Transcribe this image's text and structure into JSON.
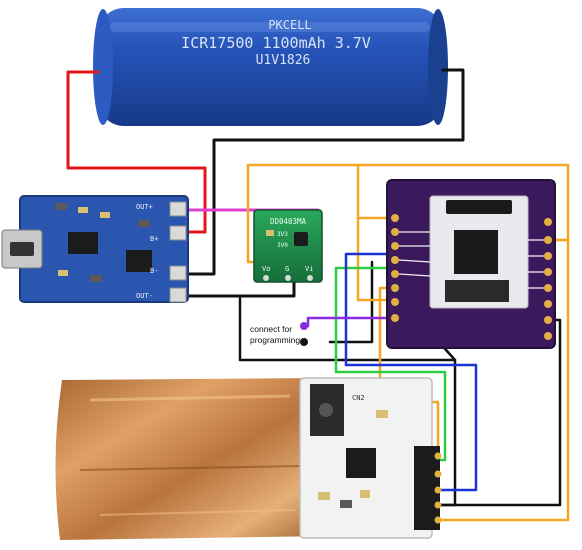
{
  "battery": {
    "brand": "PKCELL",
    "model_line": "ICR17500 1100mAh 3.7V",
    "batch": "U1V1826"
  },
  "charger_board": {
    "pin_out_plus": "OUT+",
    "pin_b_plus": "B+",
    "pin_b_minus": "B-",
    "pin_out_minus": "OUT-"
  },
  "regulator_board": {
    "chip_label": "DD0403MA",
    "jumper_3v3": "3V3",
    "jumper_3v0": "3V0",
    "pin_vo": "Vo",
    "pin_g": "G",
    "pin_vi": "Vi"
  },
  "audio_board": {
    "label_cn2": "CN2"
  },
  "annotation": {
    "line1": "connect for",
    "line2": "programming"
  },
  "colors": {
    "red_wire": "#e3161b",
    "black_wire": "#111111",
    "orange_wire": "#f5a623",
    "magenta_wire": "#e040d0",
    "purple_wire": "#8a2be2",
    "green_wire": "#2ecc40",
    "blue_wire": "#1a33d6",
    "battery_blue": "#1f4fb5",
    "charger_blue": "#2b56b0",
    "regulator_green": "#1e8a4a",
    "esp_purple": "#3a1a5c",
    "copper": "#c98545"
  }
}
